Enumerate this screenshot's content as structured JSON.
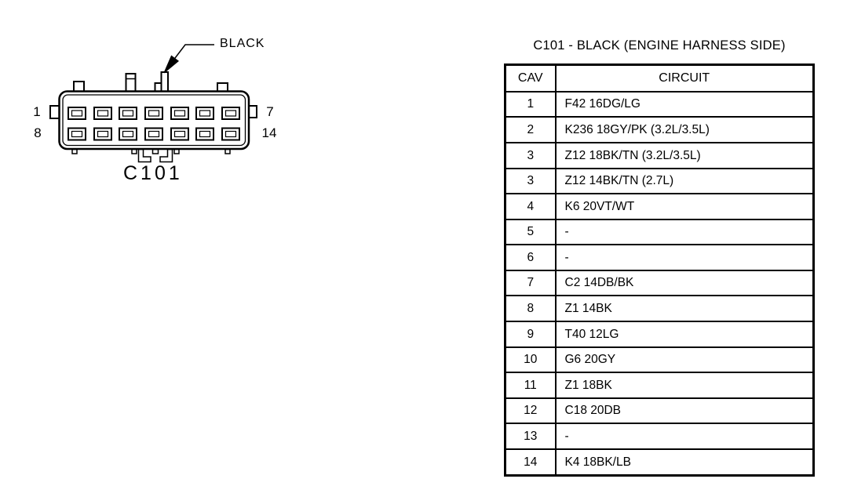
{
  "connector": {
    "name": "C101",
    "color_callout": "BLACK",
    "pins": {
      "top_left": "1",
      "top_right": "7",
      "bottom_left": "8",
      "bottom_right": "14"
    }
  },
  "table": {
    "title": "C101 - BLACK (ENGINE HARNESS SIDE)",
    "headers": {
      "cav": "CAV",
      "circuit": "CIRCUIT"
    },
    "rows": [
      {
        "cav": "1",
        "circuit": "F42 16DG/LG"
      },
      {
        "cav": "2",
        "circuit": "K236 18GY/PK (3.2L/3.5L)"
      },
      {
        "cav": "3",
        "circuit": "Z12 18BK/TN (3.2L/3.5L)"
      },
      {
        "cav": "3",
        "circuit": "Z12 14BK/TN (2.7L)"
      },
      {
        "cav": "4",
        "circuit": "K6 20VT/WT"
      },
      {
        "cav": "5",
        "circuit": "-"
      },
      {
        "cav": "6",
        "circuit": "-"
      },
      {
        "cav": "7",
        "circuit": "C2 14DB/BK"
      },
      {
        "cav": "8",
        "circuit": "Z1 14BK"
      },
      {
        "cav": "9",
        "circuit": "T40 12LG"
      },
      {
        "cav": "10",
        "circuit": "G6 20GY"
      },
      {
        "cav": "11",
        "circuit": "Z1 18BK"
      },
      {
        "cav": "12",
        "circuit": "C18 20DB"
      },
      {
        "cav": "13",
        "circuit": "-"
      },
      {
        "cav": "14",
        "circuit": "K4 18BK/LB"
      }
    ]
  },
  "colors": {
    "ink": "#000000",
    "background": "#ffffff"
  }
}
